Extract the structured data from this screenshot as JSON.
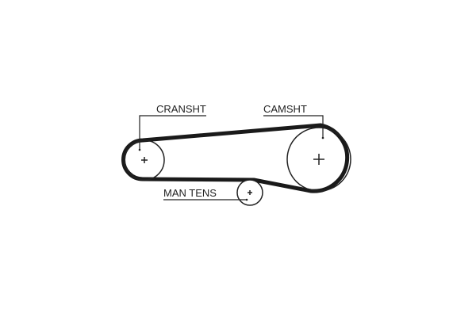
{
  "diagram": {
    "labels": {
      "crankshaft": "CRANSHT",
      "camshaft": "CAMSHT",
      "tensioner": "MAN TENS"
    },
    "colors": {
      "belt": "#1a1a1a",
      "line": "#222222",
      "background": "#ffffff"
    }
  }
}
